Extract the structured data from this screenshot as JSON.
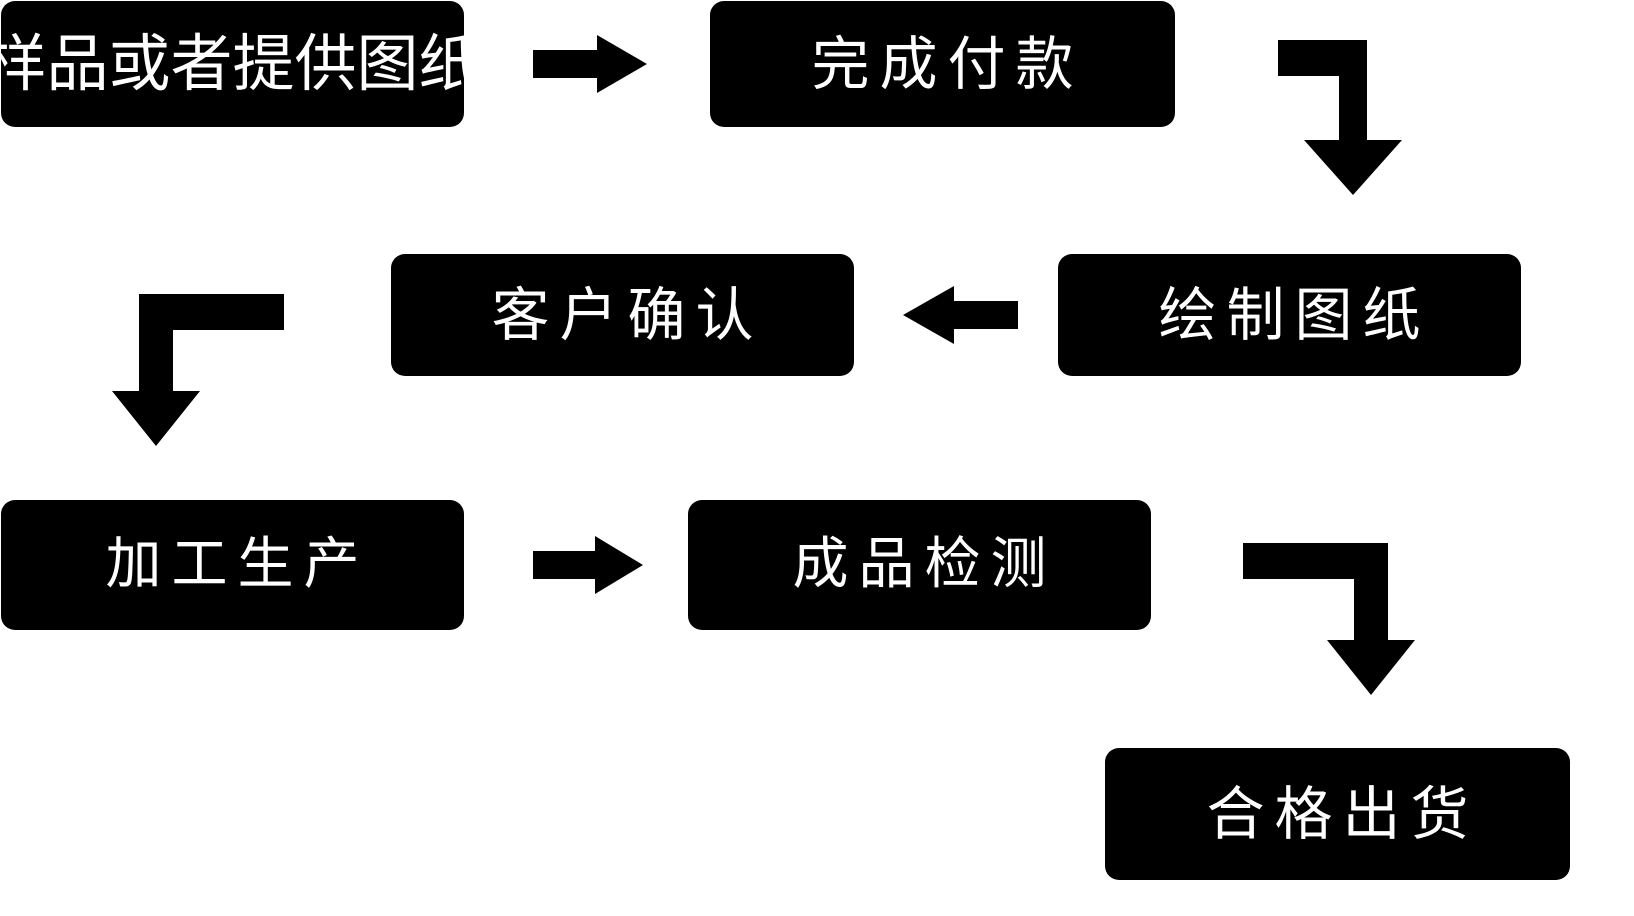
{
  "diagram": {
    "title": "",
    "type": "process-flowchart",
    "background_color": "#ffffff",
    "node_fill_color": "#000000",
    "node_text_color": "#ffffff",
    "arrow_color": "#000000",
    "nodes": [
      {
        "id": "sample",
        "label": "样品或者提供图纸",
        "row": 1,
        "order": 1
      },
      {
        "id": "payment",
        "label": "完成付款",
        "row": 1,
        "order": 2
      },
      {
        "id": "drawing",
        "label": "绘制图纸",
        "row": 2,
        "order": 1
      },
      {
        "id": "confirm",
        "label": "客户确认",
        "row": 2,
        "order": 2
      },
      {
        "id": "produce",
        "label": "加工生产",
        "row": 3,
        "order": 1
      },
      {
        "id": "inspect",
        "label": "成品检测",
        "row": 3,
        "order": 2
      },
      {
        "id": "ship",
        "label": "合格出货",
        "row": 4,
        "order": 1
      }
    ],
    "connectors": [
      {
        "id": "c1",
        "from": "sample",
        "to": "payment",
        "icon": "arrow-right-icon",
        "direction": "right"
      },
      {
        "id": "c2",
        "from": "payment",
        "to": "drawing",
        "icon": "elbow-right-down-icon",
        "direction": "right-then-down"
      },
      {
        "id": "c3",
        "from": "drawing",
        "to": "confirm",
        "icon": "arrow-left-icon",
        "direction": "left"
      },
      {
        "id": "c4",
        "from": "confirm",
        "to": "produce",
        "icon": "elbow-left-down-icon",
        "direction": "left-then-down"
      },
      {
        "id": "c5",
        "from": "produce",
        "to": "inspect",
        "icon": "arrow-right-icon",
        "direction": "right"
      },
      {
        "id": "c6",
        "from": "inspect",
        "to": "ship",
        "icon": "elbow-right-down-icon",
        "direction": "right-then-down"
      }
    ]
  }
}
